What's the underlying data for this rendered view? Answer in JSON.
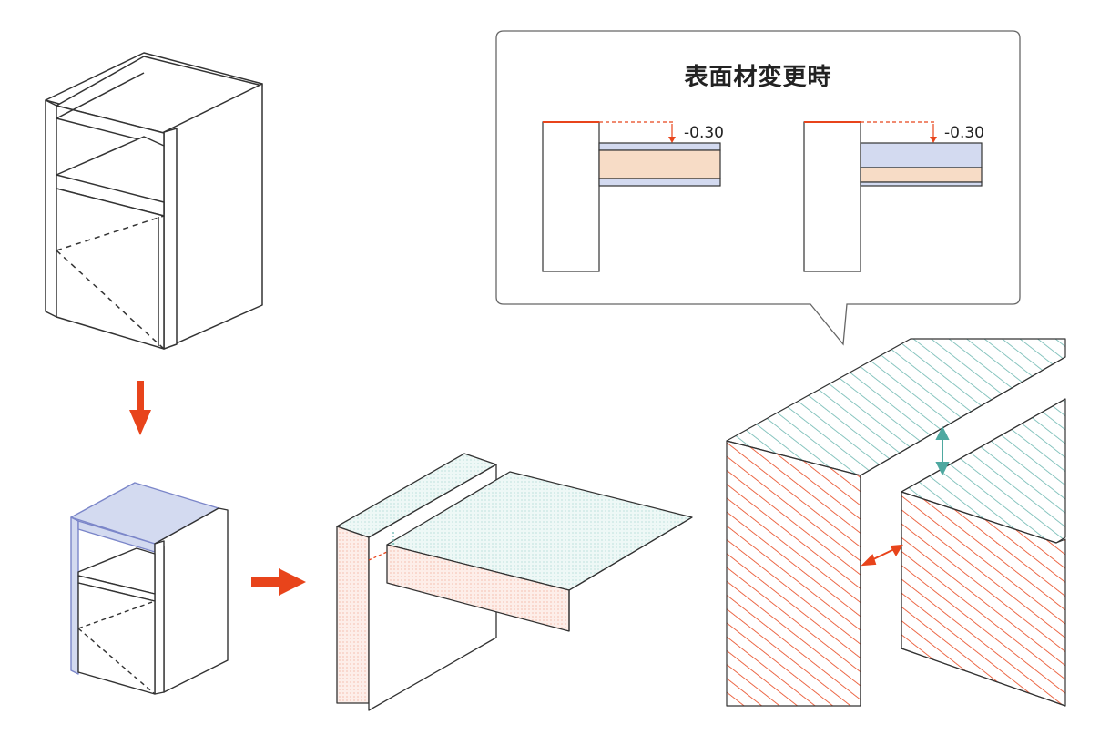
{
  "callout": {
    "title": "表面材変更時",
    "left_detail": {
      "dimension": "-0.30"
    },
    "right_detail": {
      "dimension": "-0.30"
    }
  },
  "colors": {
    "accent_orange": "#e8441b",
    "panel_blue": "#d3daf0",
    "panel_peach": "#f7dcc6",
    "teal_hatch": "#6bb7b0",
    "red_hatch": "#e8441b",
    "outline": "#333333"
  },
  "icons": [
    "arrow-down-icon",
    "arrow-right-icon"
  ]
}
